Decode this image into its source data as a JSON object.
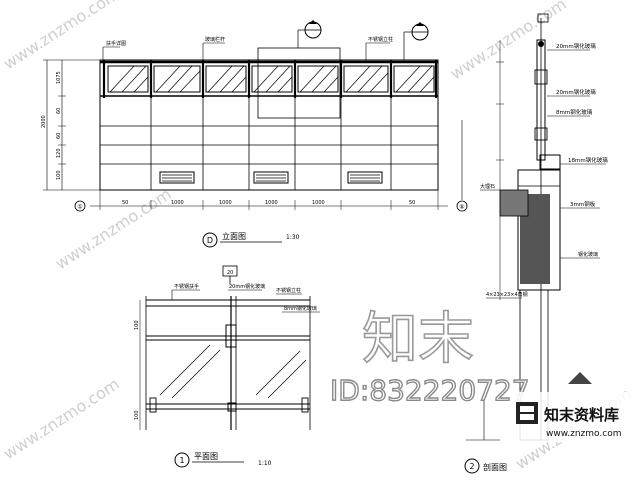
{
  "elevation": {
    "title": "立面图",
    "scale": "1:30",
    "index_mark": "D",
    "axis_left": "①",
    "axis_right": "⑥",
    "callouts": [
      "扶手详图",
      "玻璃栏杆",
      "不锈钢立柱"
    ],
    "dim_bottom": [
      "50",
      "1000",
      "1000",
      "1000",
      "1000",
      "50"
    ],
    "dim_left_total": "2000",
    "dim_left_upper": "1075",
    "dim_left_rows": [
      "60",
      "60",
      "120",
      "100"
    ]
  },
  "plan": {
    "title": "平面图",
    "scale": "1:10",
    "index_mark": "1",
    "callouts": [
      "不锈钢扶手",
      "20mm钢化玻璃",
      "不锈钢立柱"
    ],
    "note_right": "8mm钢化玻璃",
    "dim_left": [
      "100",
      "100"
    ],
    "dim_top": "20"
  },
  "section": {
    "title": "剖面图",
    "index_mark": "2",
    "notes": [
      "20mm钢化玻璃",
      "20mm钢化玻璃",
      "8mm钢化玻璃",
      "18mm钢化玻璃",
      "3mm钢板",
      "钢化玻璃",
      "4×23×23×4角钢"
    ],
    "note_left": "大理石"
  },
  "watermark": {
    "site": "www.znzmo.com",
    "brand_cn": "知末",
    "id_label": "ID:832220727",
    "logo_text": "知末资料库",
    "logo_url": "www.znzmo.com"
  }
}
